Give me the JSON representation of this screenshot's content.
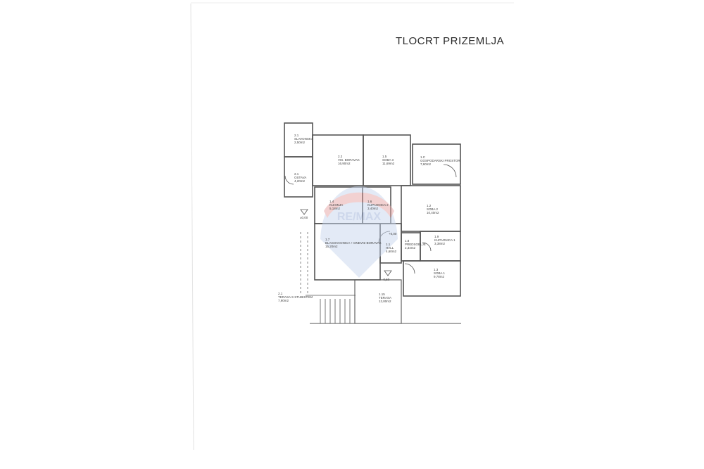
{
  "page": {
    "title": "TLOCRT PRIZEMLJA"
  },
  "watermark": {
    "text": "RE/MAX",
    "colors": {
      "red": "#d94a4a",
      "blue": "#4a6fb0"
    }
  },
  "colors": {
    "line": "#555555",
    "paper": "#ffffff"
  },
  "rooms": [
    {
      "id": "2.1a",
      "number": "2.1",
      "name": "SLAVONSKA",
      "area": "2,50m2"
    },
    {
      "id": "2.2",
      "number": "2.2",
      "name": "VIS. BORAVAK",
      "area": "16,90m2"
    },
    {
      "id": "1.5",
      "number": "1.5",
      "name": "SOBA 3",
      "area": "11,69m2"
    },
    {
      "id": "1.c",
      "number": "1.C",
      "name": "GOSPODARSKI PROSTOR",
      "area": "7,60m2"
    },
    {
      "id": "2.1b",
      "number": "2.1",
      "name": "OSTAVA",
      "area": "4,20m2"
    },
    {
      "id": "1.4",
      "number": "1.4",
      "name": "KUHINJA",
      "area": "5,18m2"
    },
    {
      "id": "1.6",
      "number": "1.6",
      "name": "KUPAONICA 2",
      "area": "3,40m2"
    },
    {
      "id": "1.2",
      "number": "1.2",
      "name": "SOBA 2",
      "area": "10,40m2"
    },
    {
      "id": "1.7",
      "number": "1.7",
      "name": "BLAGOVAONICA + DNEVNI BORAVAK",
      "area": "15,20m2"
    },
    {
      "id": "1.1",
      "number": "1.1",
      "name": "HALL",
      "area": "4,60m2"
    },
    {
      "id": "1.8",
      "number": "1.8",
      "name": "PREDSOBLJE",
      "area": "2,34m2"
    },
    {
      "id": "1.9",
      "number": "1.9",
      "name": "KUPAONICA 1",
      "area": "3,38m2"
    },
    {
      "id": "1.3",
      "number": "1.3",
      "name": "SOBA 1",
      "area": "9,78m2"
    },
    {
      "id": "1.15",
      "number": "1.15",
      "name": "TERASA",
      "area": "12,80m2"
    },
    {
      "id": "2.t",
      "number": "2.1",
      "name": "TERASA S STUBISTEM",
      "area": "7,90m2"
    }
  ],
  "level_marks": [
    {
      "id": "lm1",
      "label": "±0,00"
    },
    {
      "id": "lm2",
      "label": "+0,00"
    },
    {
      "id": "lm3",
      "label": "-0,50"
    }
  ]
}
